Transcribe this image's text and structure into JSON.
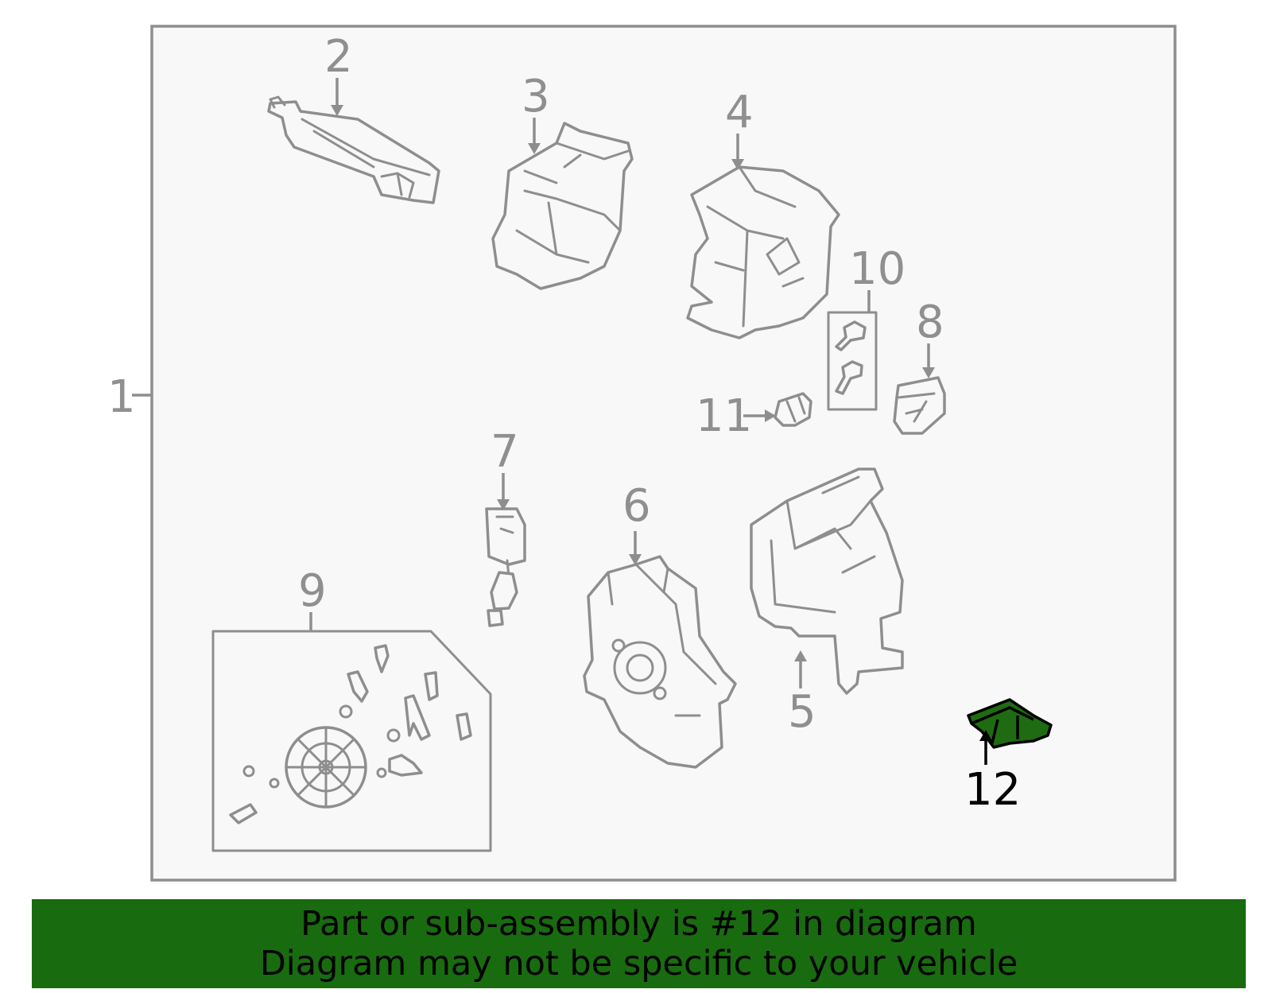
{
  "diagram": {
    "callouts": [
      {
        "id": "1",
        "label": "1"
      },
      {
        "id": "2",
        "label": "2"
      },
      {
        "id": "3",
        "label": "3"
      },
      {
        "id": "4",
        "label": "4"
      },
      {
        "id": "5",
        "label": "5"
      },
      {
        "id": "6",
        "label": "6"
      },
      {
        "id": "7",
        "label": "7"
      },
      {
        "id": "8",
        "label": "8"
      },
      {
        "id": "9",
        "label": "9"
      },
      {
        "id": "10",
        "label": "10"
      },
      {
        "id": "11",
        "label": "11"
      },
      {
        "id": "12",
        "label": "12"
      }
    ],
    "highlighted_part": "12",
    "colors": {
      "line": "#8e8e8e",
      "frame_fill": "#f8f8f8",
      "highlight_fill": "#1f6b12",
      "highlight_text": "#000000",
      "banner_bg": "#196b0f"
    }
  },
  "banner": {
    "line1": "Part or sub-assembly is #12 in diagram",
    "line2": "Diagram may not be specific to your vehicle"
  }
}
